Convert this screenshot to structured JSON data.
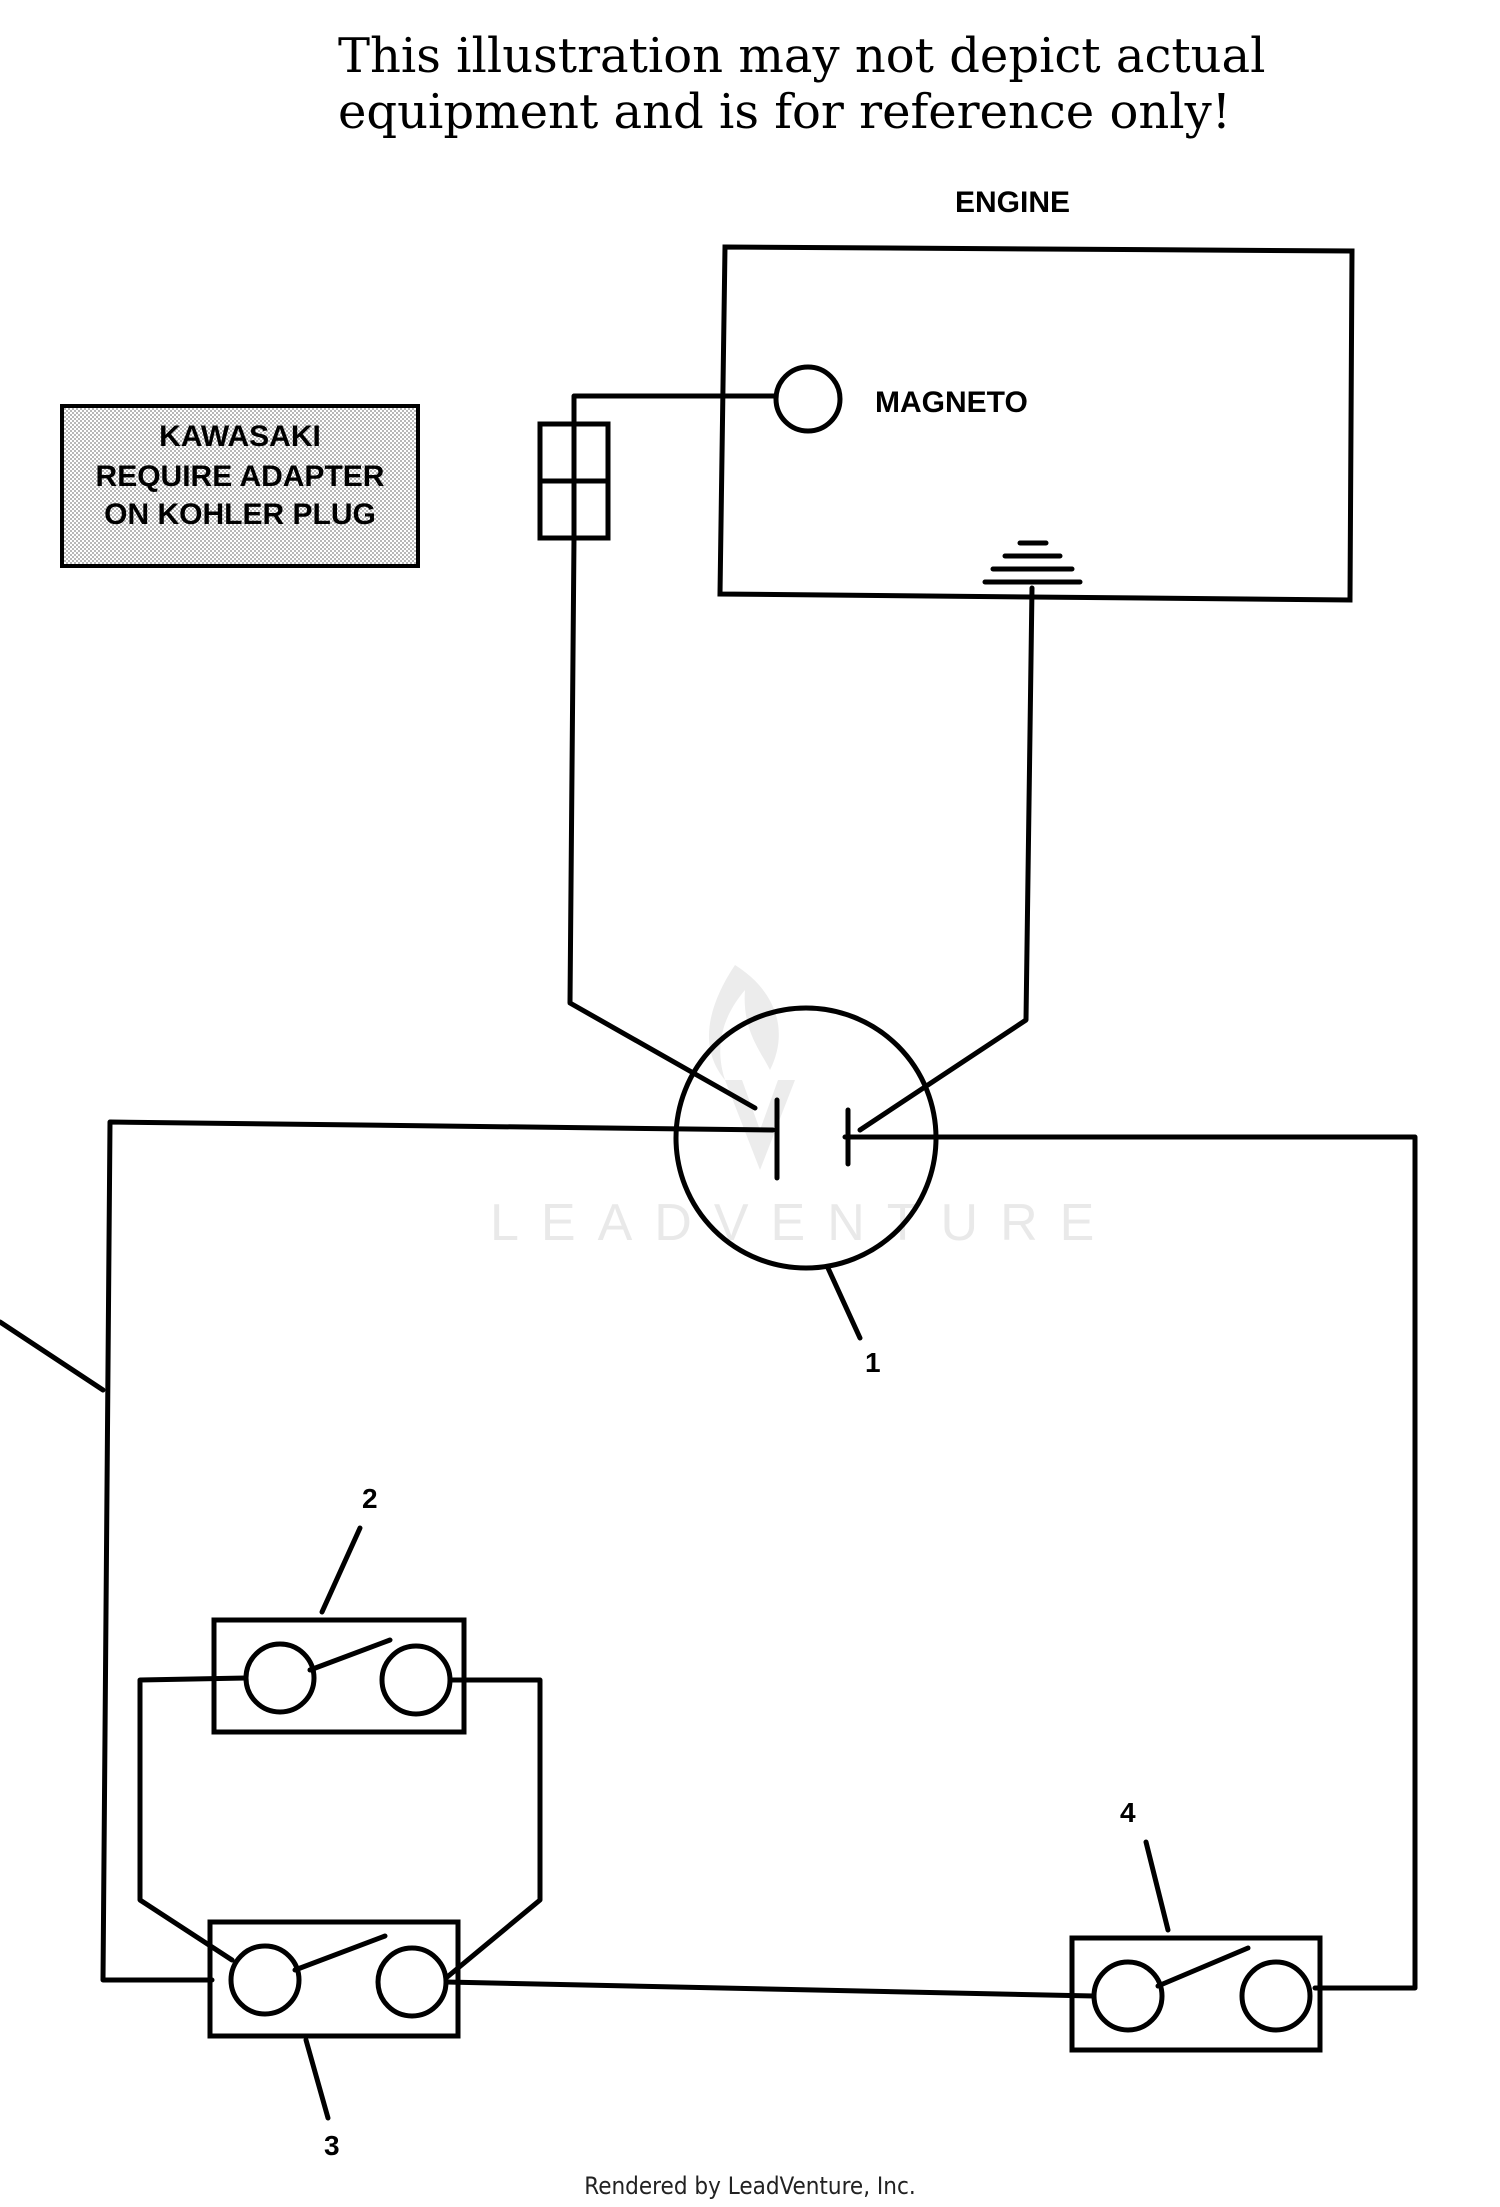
{
  "header": {
    "disclaimer_line1": "This illustration may not depict actual",
    "disclaimer_line2": "equipment and is for reference only!"
  },
  "engine": {
    "title": "ENGINE",
    "magneto_label": "MAGNETO"
  },
  "note": {
    "line1": "KAWASAKI",
    "line2": "REQUIRE ADAPTER",
    "line3": "ON KOHLER PLUG"
  },
  "callouts": {
    "item1": "1",
    "item2": "2",
    "item3": "3",
    "item4": "4"
  },
  "watermark": {
    "text": "LEADVENTURE"
  },
  "footer": {
    "credit": "Rendered by LeadVenture, Inc."
  }
}
